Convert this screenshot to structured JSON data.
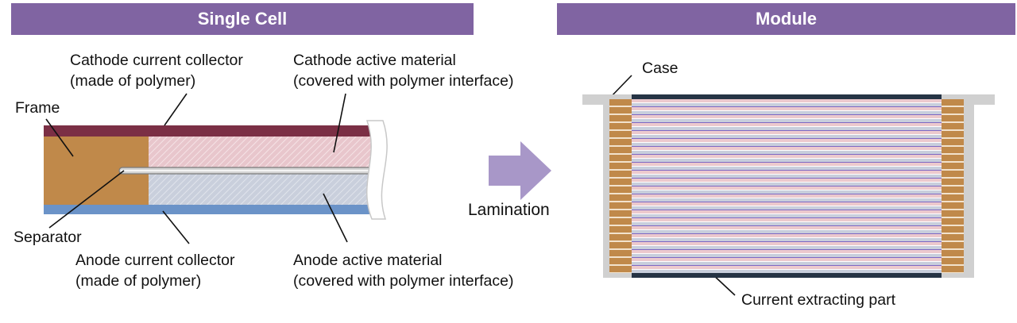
{
  "banners": {
    "left": "Single Cell",
    "right": "Module"
  },
  "single_cell": {
    "cathode_collector": {
      "line1": "Cathode current collector",
      "line2": "(made of polymer)"
    },
    "cathode_active": {
      "line1": "Cathode active material",
      "line2": "(covered with polymer interface)"
    },
    "frame": "Frame",
    "separator": "Separator",
    "anode_collector": {
      "line1": "Anode current collector",
      "line2": "(made of polymer)"
    },
    "anode_active": {
      "line1": "Anode active material",
      "line2": "(covered with polymer interface)"
    }
  },
  "arrow_label": "Lamination",
  "module": {
    "case": "Case",
    "current_extracting": "Current extracting part"
  },
  "colors": {
    "banner": "#8064a2",
    "frame": "#c0894a",
    "cathode_collector": "#7b2f45",
    "cathode_active": "#e8c6cc",
    "anode_active": "#c9cfdc",
    "anode_collector": "#6b93c8",
    "arrow": "#a897c8",
    "case": "#d0d0d0",
    "current_extractor": "#263445"
  }
}
